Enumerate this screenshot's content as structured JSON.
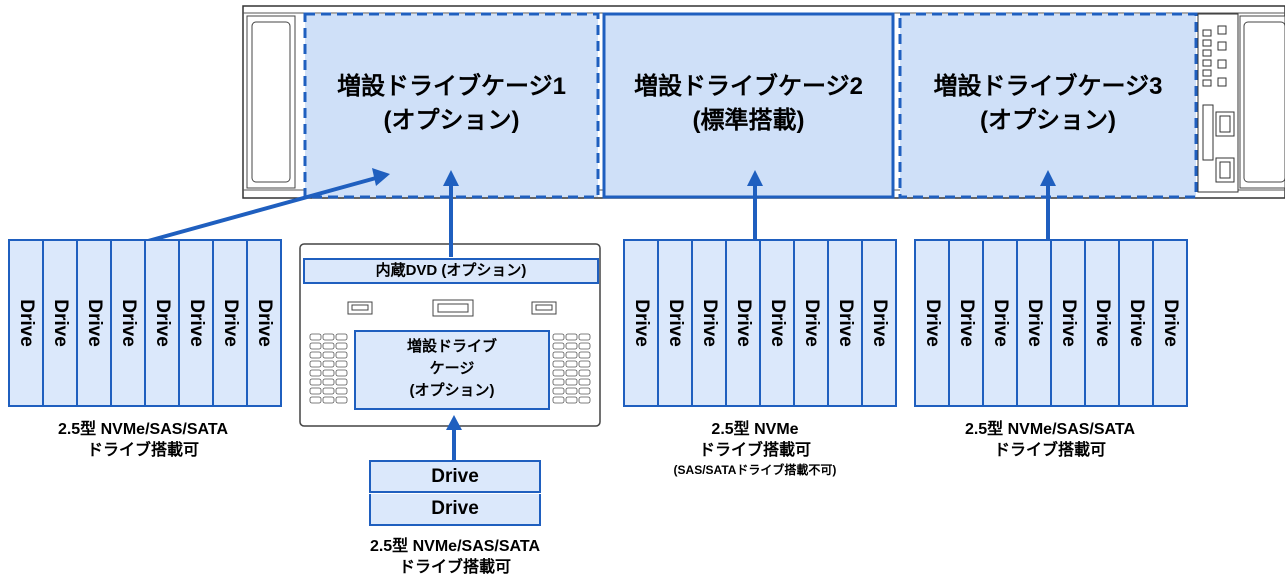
{
  "server": {
    "cages": [
      {
        "line1": "増設ドライブケージ1",
        "line2": "(オプション)"
      },
      {
        "line1": "増設ドライブケージ2",
        "line2": "(標準搭載)"
      },
      {
        "line1": "増設ドライブケージ3",
        "line2": "(オプション)"
      }
    ]
  },
  "drive_label": "Drive",
  "groups": {
    "left": {
      "caption1": "2.5型 NVMe/SAS/SATA",
      "caption2": "ドライブ搭載可"
    },
    "center": {
      "caption1": "2.5型 NVMe",
      "caption2": "ドライブ搭載可",
      "caption3": "(SAS/SATAドライブ搭載不可)"
    },
    "right": {
      "caption1": "2.5型 NVMe/SAS/SATA",
      "caption2": "ドライブ搭載可"
    },
    "bottom": {
      "caption1": "2.5型 NVMe/SAS/SATA",
      "caption2": "ドライブ搭載可"
    }
  },
  "module": {
    "dvd_label": "内蔵DVD (オプション)",
    "inner_cage": {
      "line1": "増設ドライブ",
      "line2": "ケージ",
      "line3": "(オプション)"
    }
  }
}
